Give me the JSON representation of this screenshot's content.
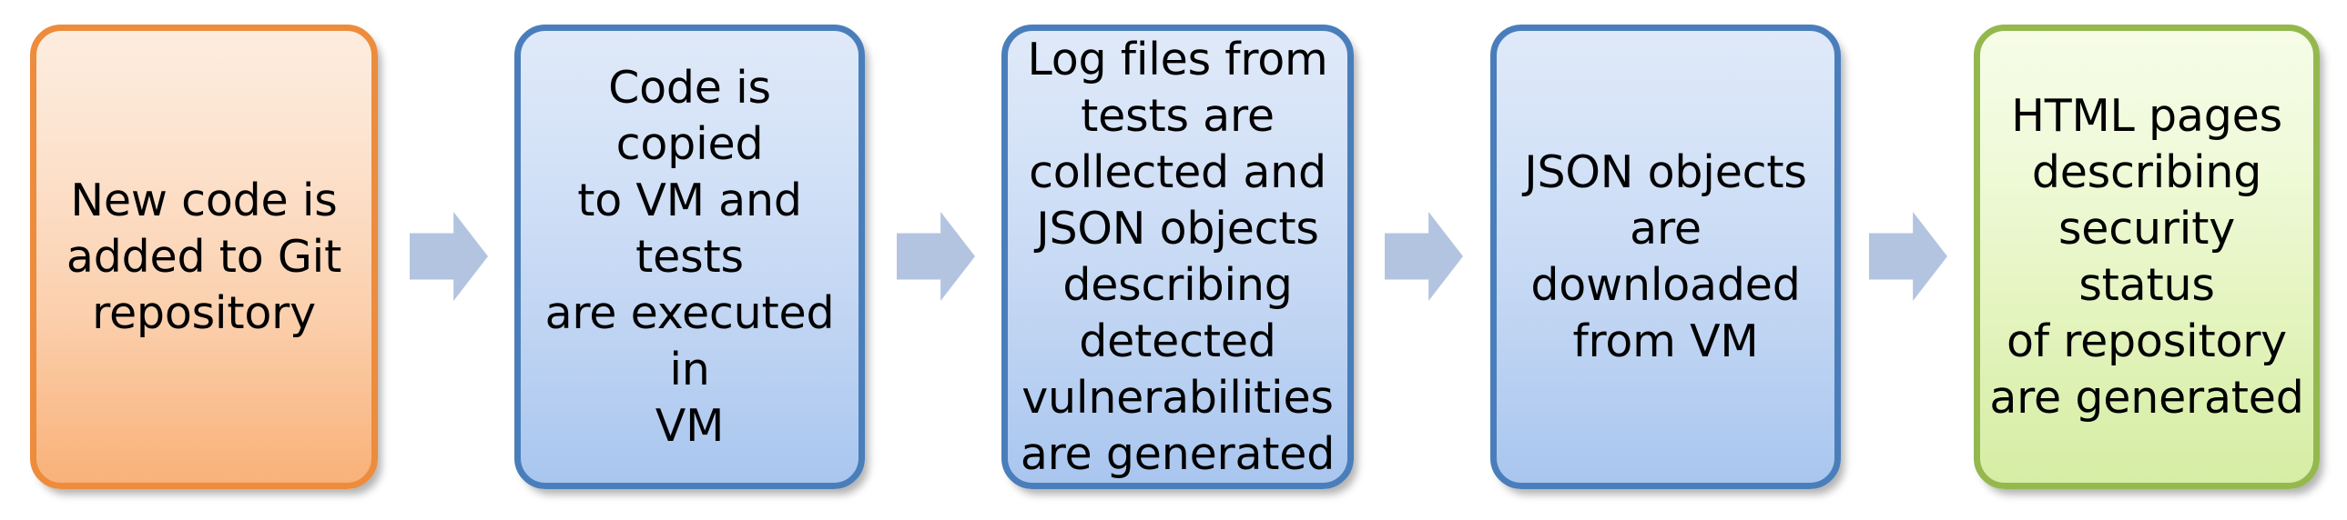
{
  "diagram": {
    "type": "process-flow",
    "orientation": "left-to-right",
    "step_count": 5,
    "connector_count": 4,
    "colors": {
      "start_fill_top": "#fdeddf",
      "start_fill_bottom": "#f9b178",
      "start_border": "#ed8c3c",
      "process_fill_top": "#dfe9f9",
      "process_fill_bottom": "#a9c6ef",
      "process_border": "#4a7ebb",
      "end_fill_top": "#f6fce7",
      "end_fill_bottom": "#d5eda4",
      "end_border": "#94b84e",
      "arrow_fill": "#b3c4e0",
      "text": "#000000",
      "background": "#ffffff"
    },
    "steps": [
      {
        "id": "step-1",
        "name": "new-code-added",
        "label": "New code is\nadded to Git\nrepository",
        "role": "start"
      },
      {
        "id": "step-2",
        "name": "code-copied-tests-executed",
        "label": "Code is copied\nto VM and tests\nare executed in\nVM",
        "role": "process"
      },
      {
        "id": "step-3",
        "name": "logs-collected-json-generated",
        "label": "Log files from\ntests are\ncollected and\nJSON objects\ndescribing\ndetected\nvulnerabilities\nare generated",
        "role": "process"
      },
      {
        "id": "step-4",
        "name": "json-downloaded",
        "label": "JSON objects\nare\ndownloaded\nfrom VM",
        "role": "process"
      },
      {
        "id": "step-5",
        "name": "html-pages-generated",
        "label": "HTML pages\ndescribing\nsecurity status\nof repository\nare generated",
        "role": "end"
      }
    ],
    "connectors": [
      {
        "id": "arrow-1",
        "name": "arrow-step1-to-step2",
        "from": "step-1",
        "to": "step-2",
        "glyph": "right-arrow-icon"
      },
      {
        "id": "arrow-2",
        "name": "arrow-step2-to-step3",
        "from": "step-2",
        "to": "step-3",
        "glyph": "right-arrow-icon"
      },
      {
        "id": "arrow-3",
        "name": "arrow-step3-to-step4",
        "from": "step-3",
        "to": "step-4",
        "glyph": "right-arrow-icon"
      },
      {
        "id": "arrow-4",
        "name": "arrow-step4-to-step5",
        "from": "step-4",
        "to": "step-5",
        "glyph": "right-arrow-icon"
      }
    ]
  }
}
